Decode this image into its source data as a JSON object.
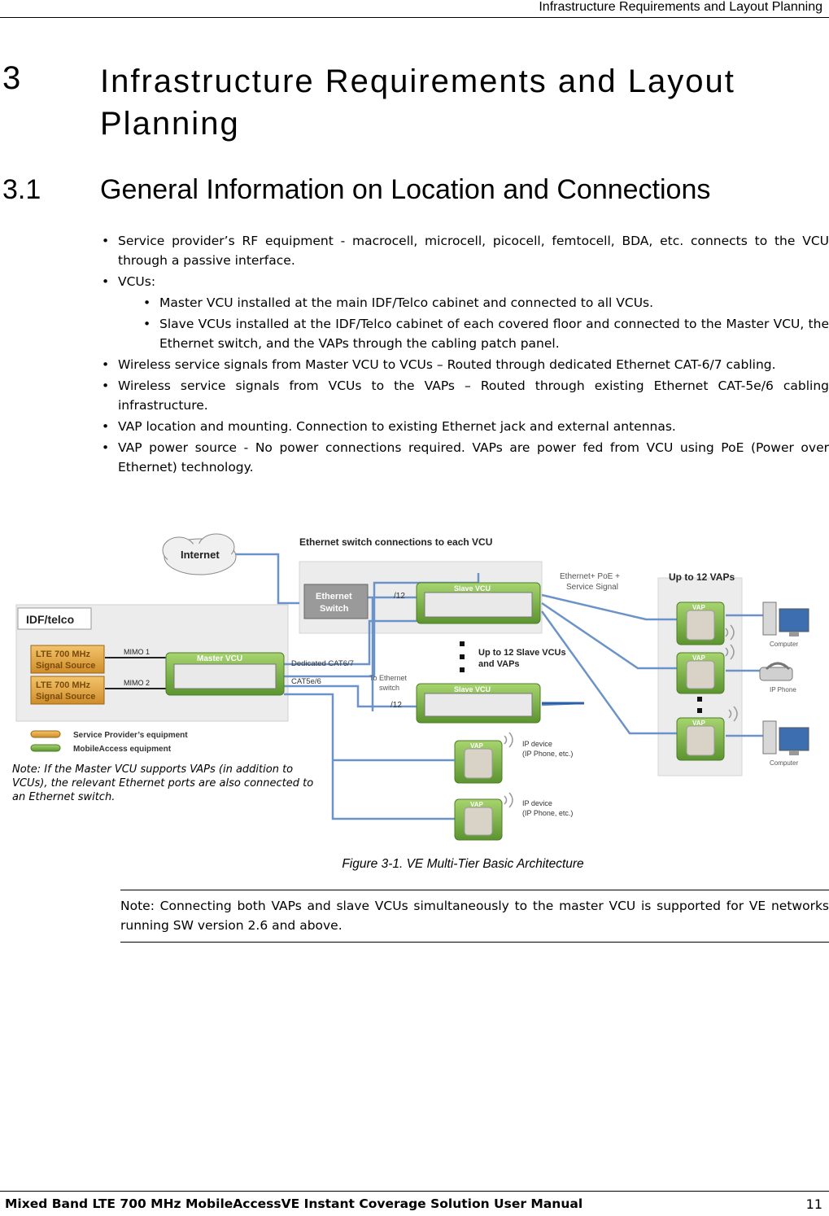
{
  "header": {
    "title": "Infrastructure Requirements and Layout Planning"
  },
  "chapter": {
    "number": "3",
    "title": "Infrastructure Requirements and Layout Planning"
  },
  "section": {
    "number": "3.1",
    "title": "General Information on Location and Connections"
  },
  "bullets": [
    "Service provider’s RF equipment - macrocell, microcell, picocell, femtocell, BDA, etc. connects to the VCU through a passive interface.",
    "VCUs:",
    "Wireless service signals from Master VCU to VCUs – Routed through dedicated Ethernet CAT-6/7 cabling.",
    "Wireless service signals from VCUs to the VAPs – Routed through existing Ethernet CAT-5e/6 cabling infrastructure.",
    "VAP location and mounting. Connection to existing Ethernet jack and external antennas.",
    "VAP power source - No power connections required. VAPs are power fed from VCU using PoE (Power over Ethernet) technology."
  ],
  "sub_bullets": [
    "Master VCU installed at the main IDF/Telco cabinet and connected to all VCUs.",
    "Slave VCUs installed at the IDF/Telco cabinet of each covered floor and connected to the Master VCU, the Ethernet switch, and the VAPs through the cabling patch panel."
  ],
  "figure": {
    "internet": "Internet",
    "eth_switch_conn": "Ethernet switch connections to each VCU",
    "eth_switch_1": "Ethernet",
    "eth_switch_2": "Switch",
    "slash12": "/12",
    "slave_vcu": "Slave VCU",
    "master_vcu": "Master VCU",
    "idf": "IDF/telco",
    "lte_1": "LTE 700 MHz",
    "lte_2": "Signal Source",
    "mimo1": "MIMO 1",
    "mimo2": "MIMO 2",
    "dedicated": "Dedicated CAT6/7",
    "cat5": "CAT5e/6",
    "to_eth_1": "To Ethernet",
    "to_eth_2": "switch",
    "up12slave_1": "Up to 12 Slave VCUs",
    "up12slave_2": "and VAPs",
    "poe_1": "Ethernet+ PoE +",
    "poe_2": "Service Signal",
    "up12vaps": "Up to 12 VAPs",
    "vap": "VAP",
    "computer": "Computer",
    "ip_phone": "IP Phone",
    "ip_device_1": "IP device",
    "ip_device_2": "(IP Phone, etc.)",
    "legend_sp": "Service Provider’s equipment",
    "legend_ma": "MobileAccess equipment",
    "note": "Note: If the Master VCU supports VAPs (in addition to VCUs), the relevant Ethernet ports are also connected to an Ethernet switch.",
    "colors": {
      "green": "#6fa83a",
      "orange": "#e3a33e",
      "cable": "#6c93c9",
      "panel": "#ececec"
    }
  },
  "caption": "Figure 3-1. VE Multi-Tier Basic Architecture",
  "note": "Note: Connecting both VAPs and slave VCUs simultaneously to the master VCU is supported for VE networks running SW version 2.6 and above.",
  "footer": {
    "left": "Mixed Band LTE 700 MHz MobileAccessVE Instant Coverage Solution User Manual",
    "page": "11"
  }
}
